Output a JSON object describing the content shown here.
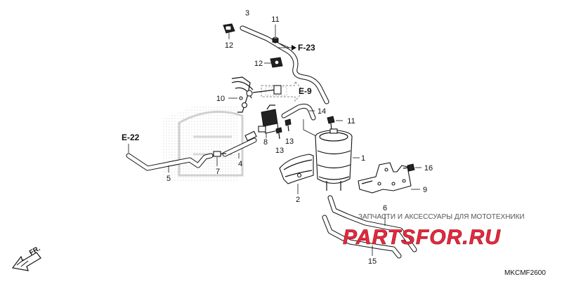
{
  "diagram": {
    "code": "MKCMF2600",
    "direction_label": "FR.",
    "references": {
      "e22": "E-22",
      "f23": "F-23",
      "e9": "E-9"
    },
    "callouts": {
      "c1": "1",
      "c2": "2",
      "c3": "3",
      "c4": "4",
      "c5": "5",
      "c6": "6",
      "c7": "7",
      "c8": "8",
      "c9": "9",
      "c10": "10",
      "c11a": "11",
      "c11b": "11",
      "c12a": "12",
      "c12b": "12",
      "c13a": "13",
      "c13b": "13",
      "c14": "14",
      "c15": "15",
      "c16": "16"
    }
  },
  "watermark": {
    "tagline": "ЗАПЧАСТИ И АКСЕССУАРЫ ДЛЯ МОТОТЕХНИКИ",
    "brand": "PARTSFOR.RU",
    "colors": {
      "brand": "#e8283c",
      "tagline": "#555555"
    }
  }
}
